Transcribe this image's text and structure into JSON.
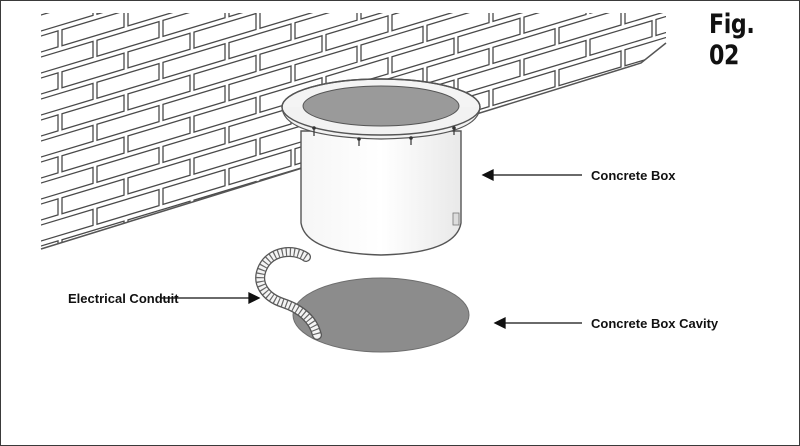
{
  "figure_label": "Fig. 02",
  "labels": {
    "concrete_box": "Concrete Box",
    "electrical_conduit": "Electrical Conduit",
    "concrete_box_cavity": "Concrete Box Cavity"
  },
  "colors": {
    "line": "#4a4a4a",
    "cavity_fill": "#8c8c8c",
    "box_lid": "#9a9a9a",
    "brick_bg": "#ffffff"
  }
}
